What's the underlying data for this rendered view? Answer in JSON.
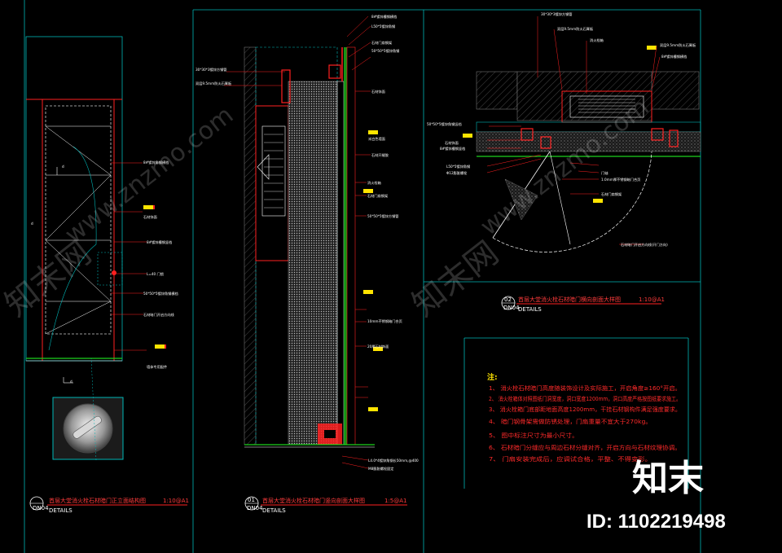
{
  "drawings": [
    {
      "number": "",
      "sheet": "DN04",
      "title": "首层大堂消火栓石材暗门正立面结构图",
      "scale": "1:10@A1",
      "subtitle": "DETAILS"
    },
    {
      "number": "01",
      "sheet": "DN04",
      "title": "首层大堂消火栓石材暗门竖向剖面大样图",
      "scale": "1:5@A1",
      "subtitle": "DETAILS"
    },
    {
      "number": "02",
      "sheet": "DN04",
      "title": "首层大堂消火栓石材暗门横向剖面大样图",
      "scale": "1:10@A1",
      "subtitle": "DETAILS"
    }
  ],
  "annotations": {
    "elevation": [
      "8#镀锌角钢横档",
      "石材饰面",
      "8#镀锌槽钢竖档",
      "L=40 门锁",
      "50*50*5镀锌角钢横档",
      "石材暗门开启方向线",
      "墙体专用配件"
    ],
    "vertical_section": [
      "8#镀锌槽钢横档",
      "L50*5镀锌角钢",
      "石材门扇钢架",
      "50*50*5镀锌角钢",
      "石材饰面",
      "30*30*3镀锌方钢管",
      "双层9.5mm防火石膏板",
      "米白色墙面",
      "石材开缝胶",
      "消火栓箱",
      "石材门扇钢架",
      "50*50*5镀锌方钢管",
      "10mm不锈钢暗门合页",
      "20厚石材饰面",
      "L4.0*4镀锌角钢长50mm,@400",
      "M8膨胀螺栓固定"
    ],
    "horizontal_section": [
      "30*30*3镀锌方钢管",
      "双层9.5mm防火石膏板",
      "消火栓箱",
      "双层9.5mm防火石膏板",
      "8#镀锌槽钢横档",
      "50*50*5镀锌角钢竖档",
      "石材饰面",
      "8#镀锌槽钢竖档",
      "L50*5镀锌角钢",
      "Φ12膨胀螺栓",
      "门轴",
      "1.0mm厚不锈钢暗门合页",
      "石材门扇钢架",
      "石材暗门开启方向线(开门方向)"
    ]
  },
  "notes": {
    "heading": "注:",
    "items": [
      "1、 消火栓石材暗门高度随装饰设计及实际施工，开启角度≥160°开启。",
      "2、 消火栓箱体对照图纸门洞宽度，洞口宽度1200mm，洞口高度严格按图纸要求施工。",
      "3、 消火栓箱门底部距地面高度1200mm，干挂石材钢构件满足强度要求。",
      "4、 暗门钢骨架需做防锈处理，门扇重量不宜大于270kg。",
      "5、 图中标注尺寸为最小尺寸。",
      "6、 石材暗门分缝应与周边石材分缝对齐，开启方向与石材纹理协调。",
      "7、 门扇安装完成后，应调试合格，平整、不得变形。"
    ]
  },
  "watermark": {
    "site": "www.znzmo.com",
    "brand": "知末网",
    "logo": "知末",
    "id": "ID: 1102219498"
  },
  "colors": {
    "background": "#000000",
    "frame": "#00b7b7",
    "red": "#ff2020",
    "yellow": "#ffe400",
    "green": "#1dd11d",
    "white": "#ffffff",
    "magenta": "#ff40ff"
  }
}
